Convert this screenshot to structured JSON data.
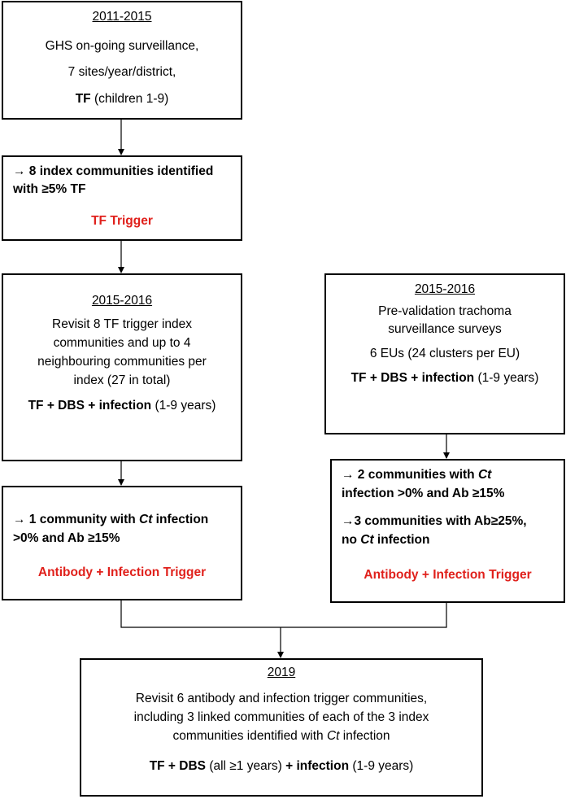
{
  "colors": {
    "trigger": "#e0201b",
    "join_line": "#4a7ec4"
  },
  "box1": {
    "year": "2011-2015",
    "line1": "GHS on-going surveillance,",
    "line2": "7 sites/year/district,",
    "line3_bold": "TF",
    "line3_rest": " (children 1-9)"
  },
  "box2": {
    "line1": "→ 8 index communities identified",
    "line2": "with ≥5% TF",
    "trigger": "TF Trigger"
  },
  "box3": {
    "year": "2015-2016",
    "line1": "Revisit 8 TF trigger index",
    "line2": "communities and up to 4",
    "line3": "neighbouring communities per",
    "line4": "index (27 in total)",
    "line5_bold": "TF + DBS + infection",
    "line5_rest": " (1-9 years)"
  },
  "box4": {
    "year": "2015-2016",
    "line1": "Pre-validation trachoma",
    "line2": "surveillance surveys",
    "line3": "6 EUs (24 clusters per EU)",
    "line4_bold": "TF + DBS + infection",
    "line4_rest": " (1-9 years)"
  },
  "box5": {
    "line1_a": "→ 1 community with ",
    "line1_ct": "Ct",
    "line1_b": " infection",
    "line2": ">0% and Ab ≥15%",
    "trigger": "Antibody + Infection Trigger"
  },
  "box6": {
    "line1_a": "→ 2 communities with ",
    "line1_ct": "Ct",
    "line2": "infection >0% and Ab ≥15%",
    "line3": "→3 communities with Ab≥25%,",
    "line4_a": "no ",
    "line4_ct": "Ct",
    "line4_b": " infection",
    "trigger": "Antibody + Infection Trigger"
  },
  "box7": {
    "year": "2019",
    "line1": "Revisit 6 antibody and infection trigger communities,",
    "line2": "including 3 linked communities of each of the 3 index",
    "line3_a": "communities identified with ",
    "line3_ct": "Ct",
    "line3_b": " infection",
    "line4_bold1": "TF + DBS",
    "line4_mid": " (all ≥1 years) ",
    "line4_bold2": "+ infection",
    "line4_rest": " (1-9 years)"
  }
}
